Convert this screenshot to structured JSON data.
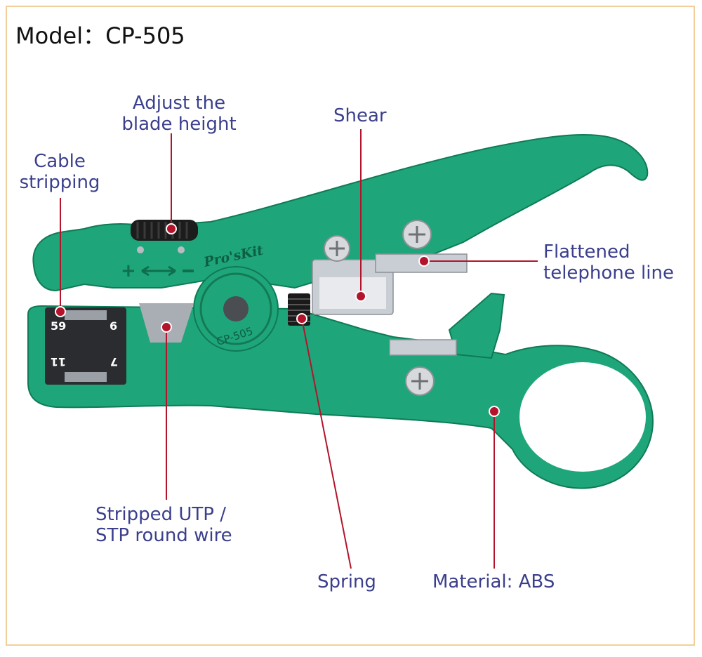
{
  "model": {
    "prefix": "Model：",
    "code": "CP-505"
  },
  "tool": {
    "brand": "Pro'sKit",
    "model_mark": "CP-505",
    "size_marks": [
      "59",
      "6",
      "11",
      "7"
    ],
    "body_color": "#1ea67a",
    "body_dark": "#0f7a56",
    "blade_color": "#c9ced4"
  },
  "callouts": {
    "adjust_blade": {
      "line1": "Adjust the",
      "line2": "blade height"
    },
    "shear": {
      "line1": "Shear"
    },
    "cable_stripping": {
      "line1": "Cable",
      "line2": "stripping"
    },
    "flattened_line": {
      "line1": "Flattened",
      "line2": "telephone line"
    },
    "stripped_wire": {
      "line1": "Stripped UTP /",
      "line2": "STP round wire"
    },
    "spring": {
      "line1": "Spring"
    },
    "material": {
      "line1": "Material: ABS"
    }
  },
  "colors": {
    "label_text": "#3b3f8c",
    "leader_line": "#b3142b",
    "frame": "#f2cf9a"
  }
}
